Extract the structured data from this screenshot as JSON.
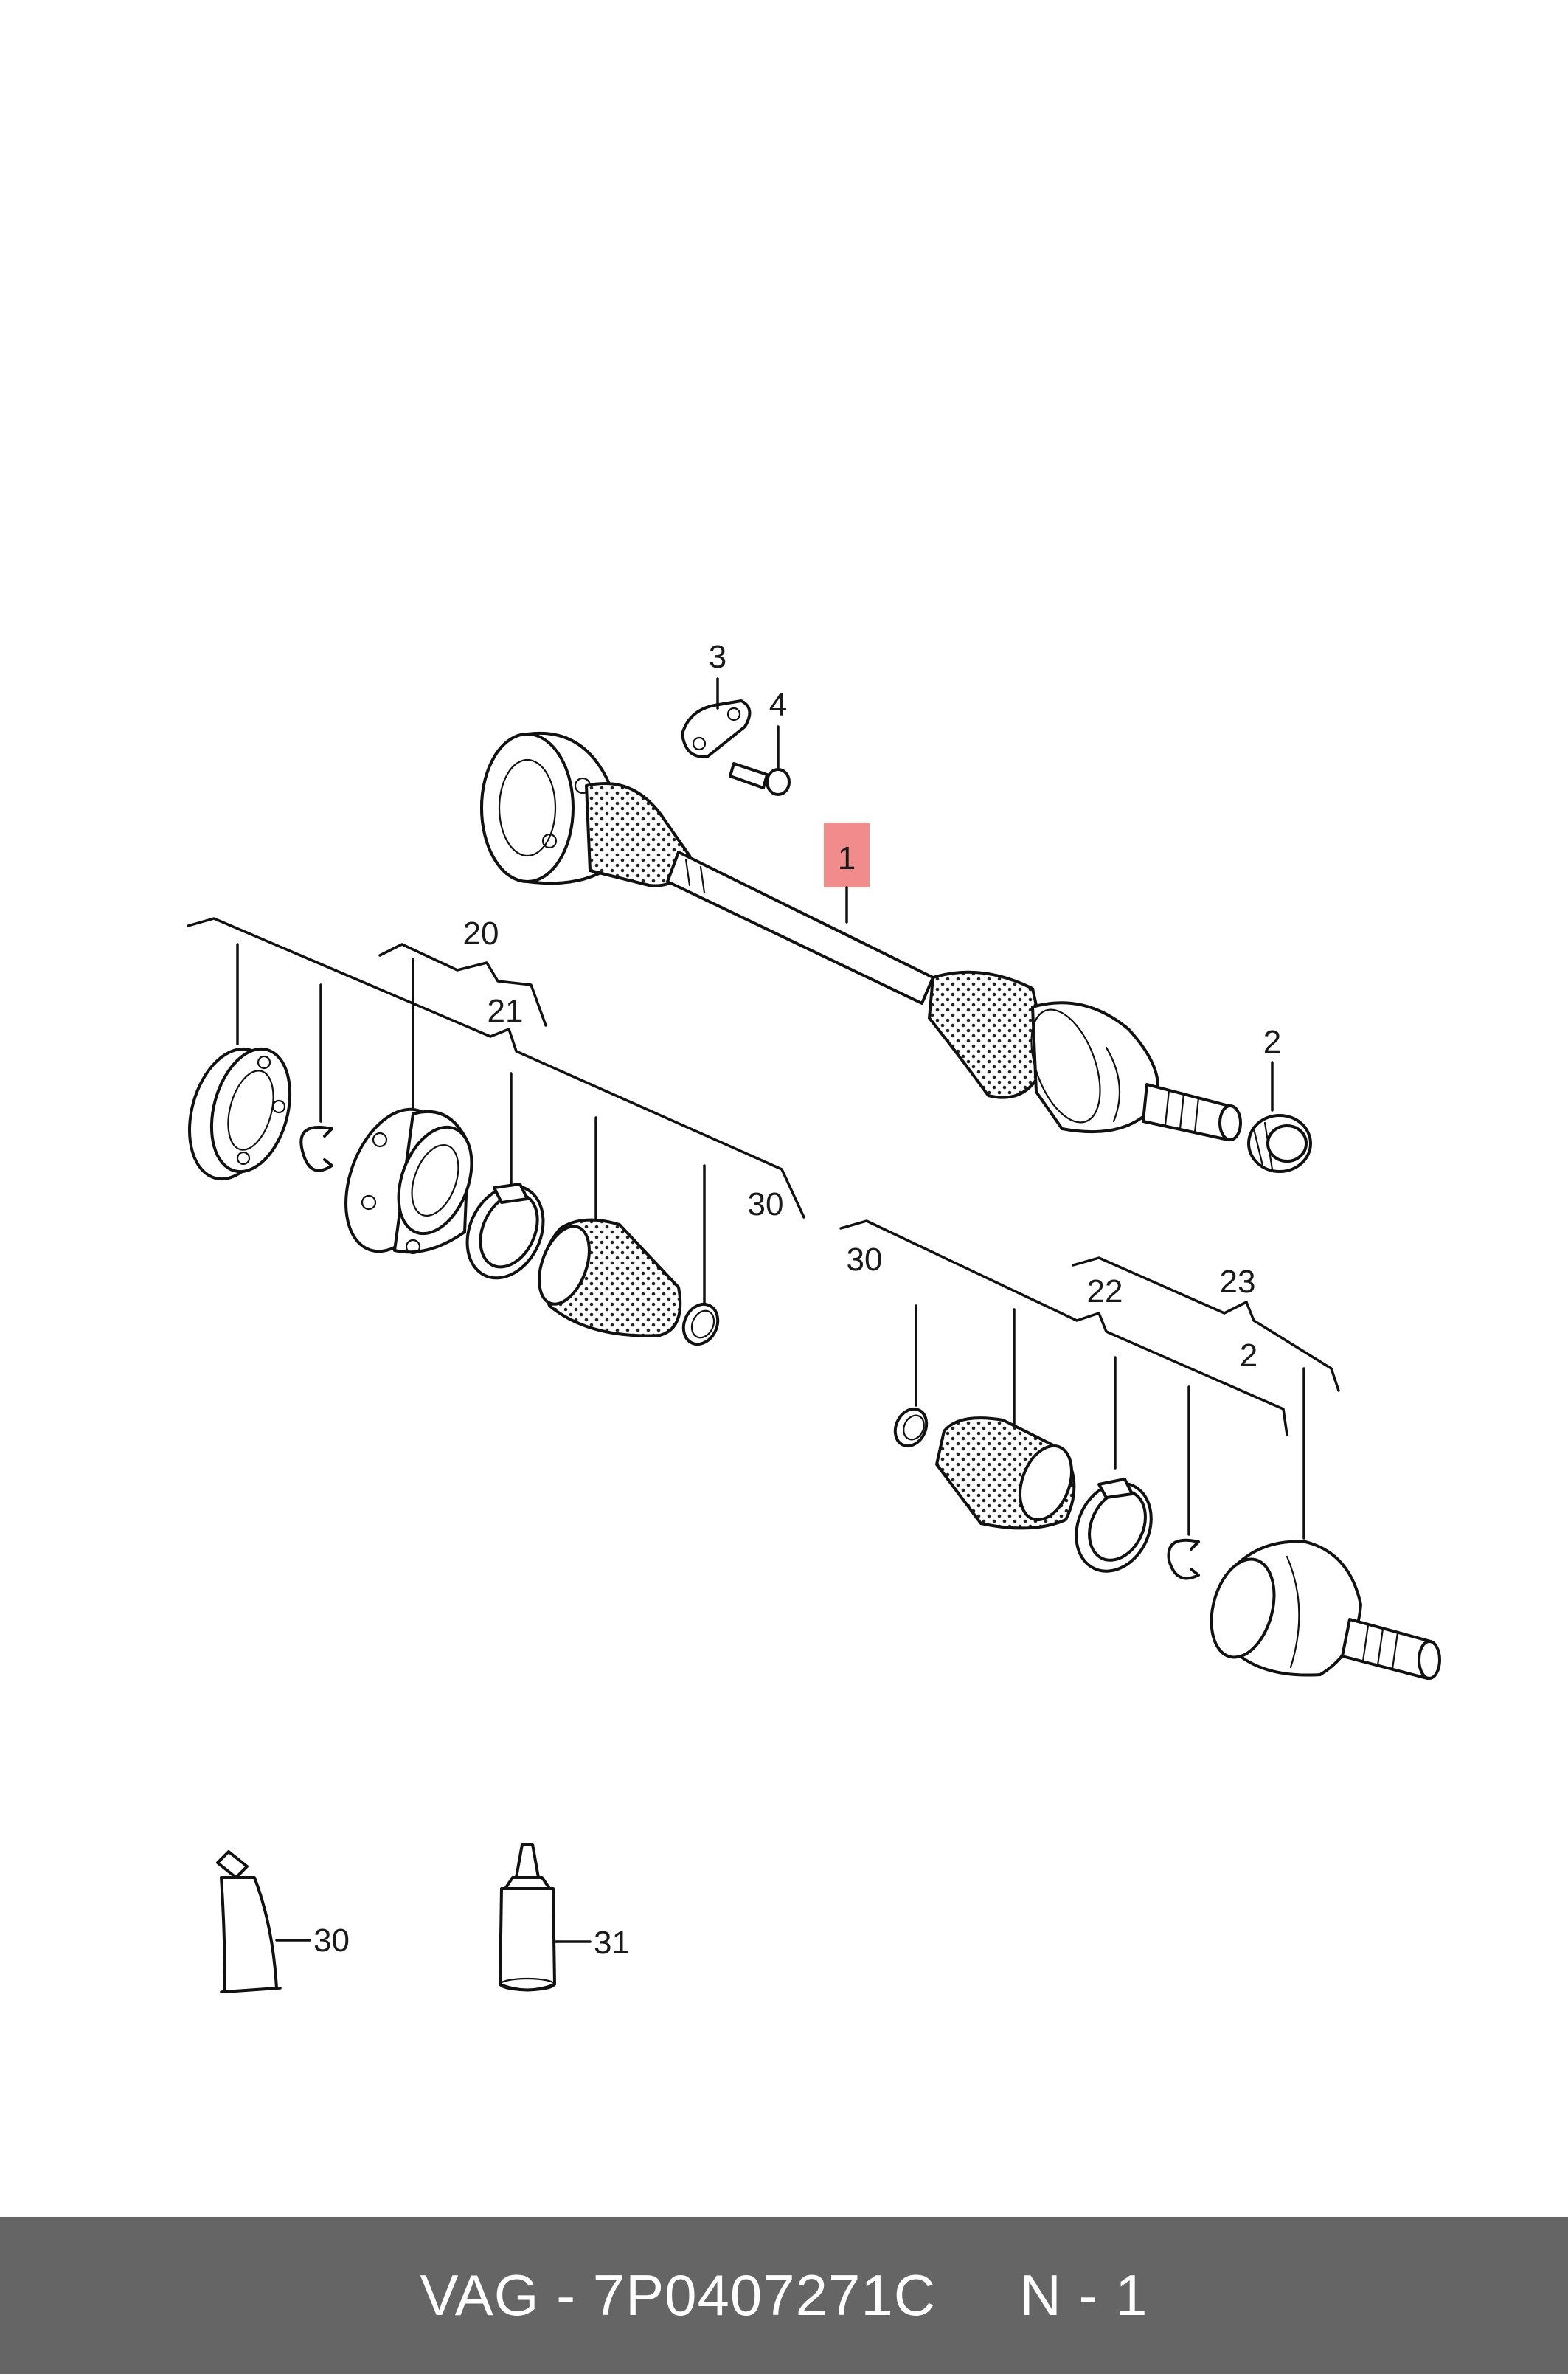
{
  "callouts": {
    "c1": "1",
    "c2a": "2",
    "c2b": "2",
    "c3": "3",
    "c4": "4",
    "c20": "20",
    "c21": "21",
    "c22": "22",
    "c23": "23",
    "c30a": "30",
    "c30b": "30",
    "c30c": "30",
    "c31": "31"
  },
  "highlight_color": "#f28b8b",
  "footer": {
    "brand": "VAG",
    "separator": "-",
    "part_number": "7P0407271C",
    "position": "N - 1",
    "background": "#656565"
  }
}
